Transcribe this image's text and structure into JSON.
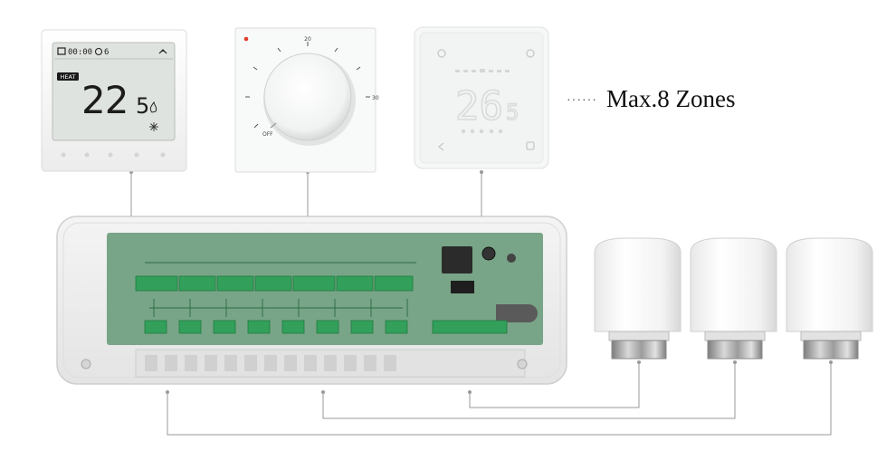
{
  "label": {
    "dots": "······",
    "text": "Max.8 Zones"
  },
  "thermostat_lcd": {
    "clock": "00:00",
    "day": "6",
    "mode_badge": "HEAT",
    "temp": "22",
    "temp_decimal": "5"
  },
  "thermostat_dial": {
    "scale_top": "20",
    "scale_right": "30",
    "scale_off": "OFF"
  },
  "thermostat_led": {
    "temp": "26",
    "temp_decimal": "5"
  },
  "colors": {
    "line": "#9a9a9a",
    "device_white": "#f6f6f6",
    "lcd": "#dfe3df",
    "pcb": "#4e8a62",
    "terminal": "#32a05a",
    "actuator": "#f3f3f3",
    "metal": "#a9a9a9"
  }
}
